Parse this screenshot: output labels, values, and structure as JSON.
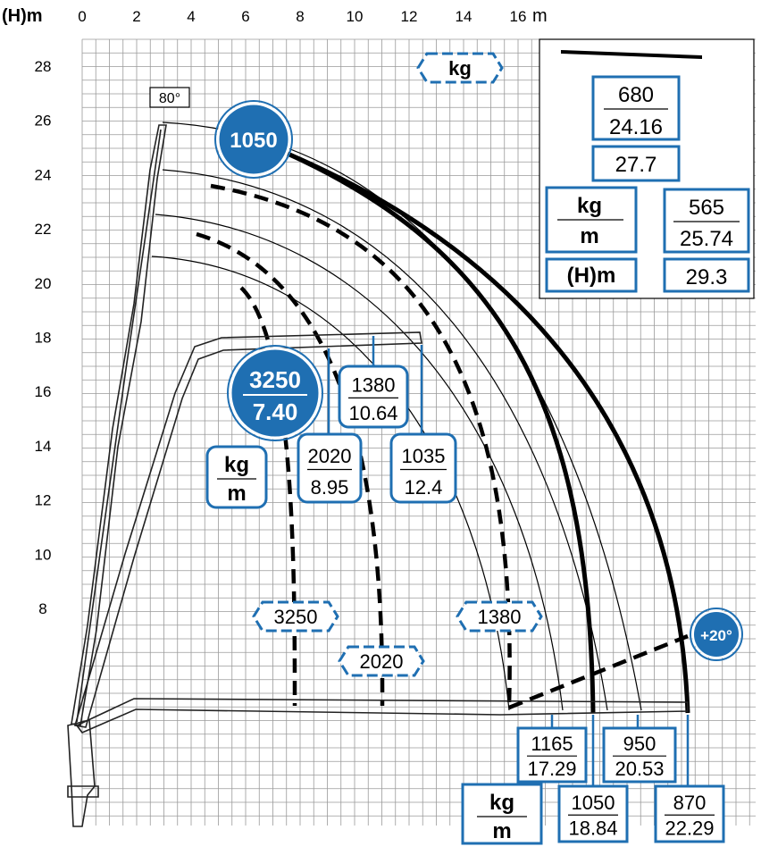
{
  "axis": {
    "y_unit": "(H)m",
    "x_unit": "m",
    "x_ticks": [
      "0",
      "2",
      "4",
      "6",
      "8",
      "10",
      "12",
      "14",
      "16"
    ],
    "y_ticks": [
      "28",
      "26",
      "24",
      "22",
      "20",
      "18",
      "16",
      "14",
      "12",
      "10",
      "8"
    ]
  },
  "colors": {
    "accent": "#1f6fb2",
    "curve": "#000000",
    "grid": "#9a9a9a"
  },
  "angle_label": "80°",
  "angle_badge": "+20°",
  "top_kg_badge": "kg",
  "legend": {
    "top_kg": "680",
    "top_m": "24.16",
    "top_height": "27.7",
    "right_kg": "565",
    "right_m": "25.74",
    "units_kg": "kg",
    "units_m": "m",
    "height_label": "(H)m",
    "right_height": "29.3"
  },
  "max_circle": "1050",
  "load_circle": {
    "kg": "3250",
    "m": "7.40"
  },
  "units_box": {
    "kg": "kg",
    "m": "m"
  },
  "mid_boxes": [
    {
      "kg": "1380",
      "m": "10.64"
    },
    {
      "kg": "2020",
      "m": "8.95"
    },
    {
      "kg": "1035",
      "m": "12.4"
    }
  ],
  "dashed_badges": [
    "3250",
    "2020",
    "1380"
  ],
  "bottom_units": {
    "kg": "kg",
    "m": "m"
  },
  "bottom_boxes": [
    {
      "kg": "1165",
      "m": "17.29"
    },
    {
      "kg": "950",
      "m": "20.53"
    },
    {
      "kg": "1050",
      "m": "18.84"
    },
    {
      "kg": "870",
      "m": "22.29"
    }
  ]
}
